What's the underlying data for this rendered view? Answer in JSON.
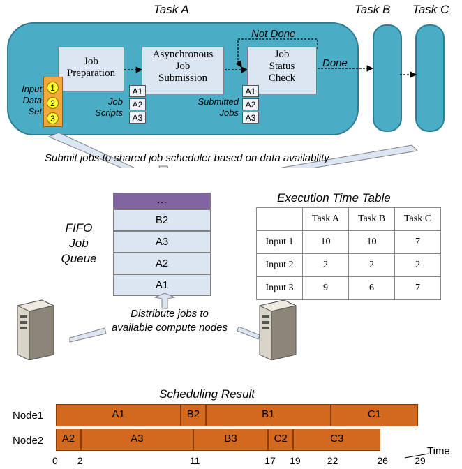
{
  "tasks": {
    "a": "Task A",
    "b": "Task B",
    "c": "Task C"
  },
  "flow": {
    "not_done": "Not Done",
    "done": "Done",
    "job_preparation": "Job\nPreparation",
    "async_submission": "Asynchronous\nJob\nSubmission",
    "status_check": "Job\nStatus\nCheck",
    "input_label": "Input\nData\nSet",
    "job_scripts_label": "Job\nScripts",
    "submitted_jobs_label": "Submitted\nJobs",
    "script_cells": [
      "A1",
      "A2",
      "A3"
    ],
    "submitted_cells": [
      "A1",
      "A2",
      "A3"
    ],
    "data_items": [
      "1",
      "2",
      "3"
    ]
  },
  "submit_caption": "Submit jobs to shared job scheduler based on data availablity",
  "queue": {
    "title": "FIFO\nJob\nQueue",
    "items": [
      "…",
      "B2",
      "A3",
      "A2",
      "A1"
    ]
  },
  "exec_table": {
    "title": "Execution Time Table",
    "headers": [
      "",
      "Task A",
      "Task B",
      "Task C"
    ],
    "rows": [
      [
        "Input 1",
        "10",
        "10",
        "7"
      ],
      [
        "Input 2",
        "2",
        "2",
        "2"
      ],
      [
        "Input 3",
        "9",
        "6",
        "7"
      ]
    ]
  },
  "distribute_caption": "Distribute jobs to\navailable compute nodes",
  "scheduling": {
    "title": "Scheduling Result",
    "nodes": [
      "Node1",
      "Node2"
    ],
    "node1_jobs": [
      {
        "label": "A1",
        "start": 0,
        "end": 10
      },
      {
        "label": "B2",
        "start": 10,
        "end": 12
      },
      {
        "label": "B1",
        "start": 12,
        "end": 22
      },
      {
        "label": "C1",
        "start": 22,
        "end": 29
      }
    ],
    "node2_jobs": [
      {
        "label": "A2",
        "start": 0,
        "end": 2
      },
      {
        "label": "A3",
        "start": 2,
        "end": 11
      },
      {
        "label": "B3",
        "start": 11,
        "end": 17
      },
      {
        "label": "C2",
        "start": 17,
        "end": 19
      },
      {
        "label": "C3",
        "start": 19,
        "end": 26
      }
    ],
    "ticks": [
      "0",
      "2",
      "11",
      "17",
      "19",
      "22",
      "26",
      "29"
    ],
    "time_label": "Time",
    "bar_color": "#d2691e"
  }
}
